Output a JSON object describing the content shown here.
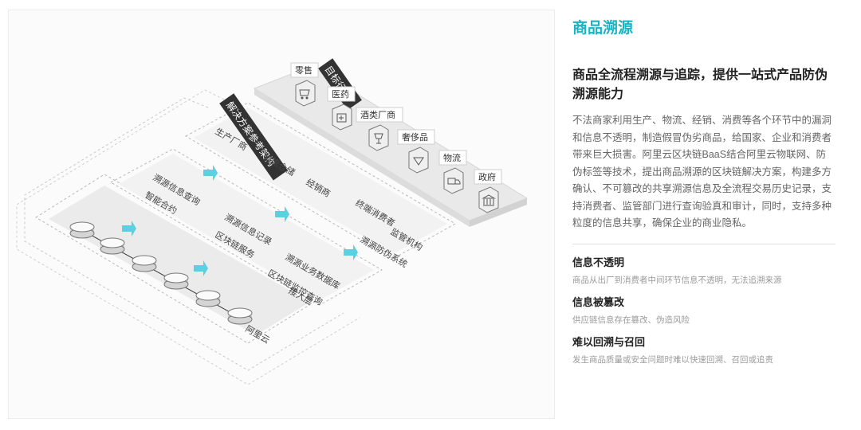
{
  "diagram": {
    "solution_label": "解决方案参考架构",
    "industry_label": "目标行业",
    "industries": [
      {
        "label": "零售",
        "icon": "cart-icon"
      },
      {
        "label": "医药",
        "icon": "medicine-icon"
      },
      {
        "label": "酒类厂商",
        "icon": "wine-icon"
      },
      {
        "label": "奢侈品",
        "icon": "diamond-icon"
      },
      {
        "label": "物流",
        "icon": "truck-icon"
      },
      {
        "label": "政府",
        "icon": "building-icon"
      }
    ],
    "layer1": [
      "生产厂商",
      "物流仓储",
      "经销商",
      "终端消费者",
      "监管机构"
    ],
    "layer1_footer": "溯源防伪系统",
    "layer2": [
      "溯源信息查询",
      "智能合约",
      "溯源信息记录",
      "区块链服务",
      "溯源业务数据库",
      "区块链监控查询"
    ],
    "layer2_footer": "接入层",
    "layer3_footer": "阿里云"
  },
  "panel": {
    "title": "商品溯源",
    "headline": "商品全流程溯源与追踪，提供一站式产品防伪溯源能力",
    "description": "不法商家利用生产、物流、经销、消费等各个环节中的漏洞和信息不透明，制造假冒伪劣商品，给国家、企业和消费者带来巨大损害。阿里云区块链BaaS结合阿里云物联网、防伪标签等技术，提出商品溯源的区块链解决方案，构建多方确认、不可篡改的共享溯源信息及全流程交易历史记录，支持消费者、监管部门进行查询验真和审计，同时，支持多种粒度的信息共享，确保企业的商业隐私。",
    "issues": [
      {
        "title": "信息不透明",
        "text": "商品从出厂到消费者中间环节信息不透明，无法追溯来源"
      },
      {
        "title": "信息被篡改",
        "text": "供应链信息存在篡改、伪造风险"
      },
      {
        "title": "难以回溯与召回",
        "text": "发生商品质量或安全问题时难以快速回溯、召回或追责"
      }
    ]
  }
}
